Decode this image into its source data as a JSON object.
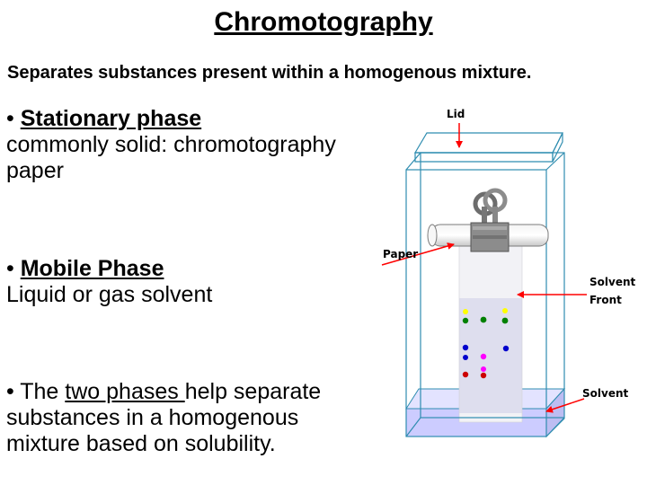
{
  "slide": {
    "title": "Chromotography",
    "subtitle": "Separates substances present within a homogenous mixture."
  },
  "bullets": {
    "stationary": {
      "mark": "• ",
      "heading": "Stationary phase",
      "text": "commonly solid: chromotography paper"
    },
    "mobile": {
      "mark": "• ",
      "heading": "Mobile Phase",
      "text": "Liquid or gas solvent"
    },
    "phases": {
      "prefix": "• The ",
      "emphasis": "two phases ",
      "suffix": "help separate substances in a homogenous mixture based on solubility."
    }
  },
  "diagram": {
    "labels": {
      "lid": "Lid",
      "paper": "Paper",
      "solvent_front_line1": "Solvent",
      "solvent_front_line2": "Front",
      "solvent": "Solvent"
    },
    "colors": {
      "tank_outline": "#2f8db0",
      "solvent": "#ccccff",
      "arrow": "#ff0000",
      "spot_yellow": "#ffff00",
      "spot_green": "#008000",
      "spot_blue": "#0000cc",
      "spot_magenta": "#ff00ff",
      "spot_red": "#cc0000"
    }
  }
}
